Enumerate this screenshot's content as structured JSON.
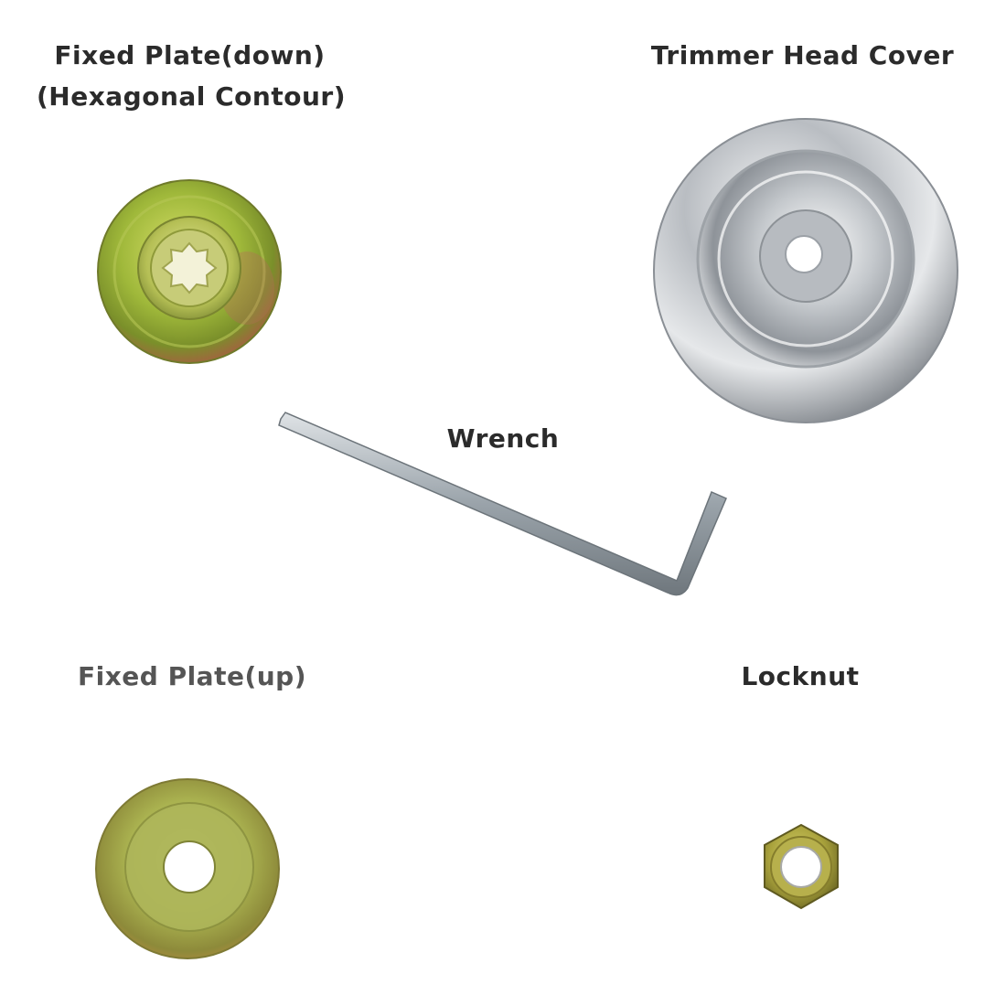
{
  "labels": {
    "fixed_plate_down_line1": "Fixed Plate(down)",
    "fixed_plate_down_line2": "(Hexagonal Contour)",
    "trimmer_head_cover": "Trimmer Head Cover",
    "wrench": "Wrench",
    "fixed_plate_up": "Fixed Plate(up)",
    "locknut": "Locknut"
  },
  "colors": {
    "background": "#ffffff",
    "label_text": "#2b2b2b",
    "label_text_muted": "#555555",
    "brass_green": "#a8b83a",
    "chrome": "#c9ccd0",
    "wrench_steel": "#9aa3aa"
  }
}
